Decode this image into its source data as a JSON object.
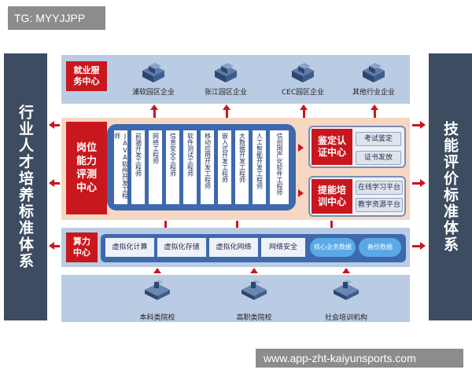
{
  "tag": "TG: MYYJJPP",
  "left_pillar": "行业人才培养标准体系",
  "right_pillar": "技能评价标准体系",
  "jobs_center": "就业服务中心",
  "companies": [
    "浦软园区企业",
    "张江园区企业",
    "CEC园区企业",
    "其他行业企业"
  ],
  "post_center": "岗位能力评测中心",
  "roles": [
    "JAVA软件开发工程师",
    "前端开发工程师",
    "网络工程师",
    "信息安全工程师",
    "软件测试工程师",
    "移动应用开发工程师",
    "嵌入式开发工程师",
    "大数据开发工程师",
    "人工智能开发工程师",
    "信创国产化软件工程师"
  ],
  "cert_center": "鉴定认证中心",
  "cert_items": [
    "考试鉴定",
    "证书发放"
  ],
  "train_center": "提能培训中心",
  "train_items": [
    "在线学习平台",
    "教学资源平台"
  ],
  "compute_center": "算力中心",
  "compute_items": [
    "虚拟化计算",
    "虚拟化存储",
    "虚拟化网络",
    "网络安全"
  ],
  "compute_ovals": [
    "核心业务数据",
    "备份数据"
  ],
  "schools": [
    "本科类院校",
    "高职类院校",
    "社会培训机构"
  ],
  "watermark": "www.app-zht-kaiyunsports.com",
  "colors": {
    "red": "#c9171e",
    "navy": "#3d4c61",
    "blue": "#3e69ad",
    "light_blue": "#b9cce3",
    "peach": "#f6d7c3"
  }
}
